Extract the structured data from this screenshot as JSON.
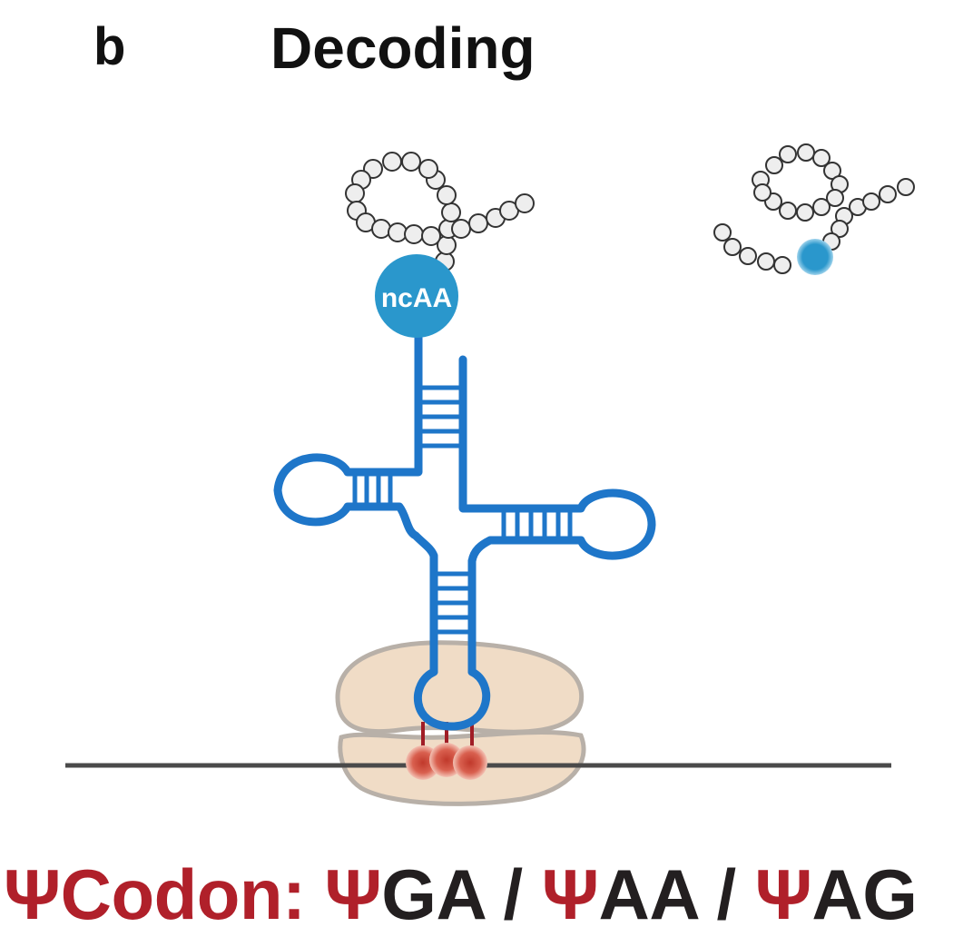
{
  "panel": {
    "letter": "b",
    "title": "Decoding"
  },
  "trna": {
    "amino_acid_label": "ncAA"
  },
  "codon_line": {
    "prefix": "ΨCodon: ",
    "codons": [
      {
        "psi": "Ψ",
        "bases": "GA"
      },
      {
        "psi": "Ψ",
        "bases": "AA"
      },
      {
        "psi": "Ψ",
        "bases": "AG"
      }
    ],
    "separator": " / "
  },
  "colors": {
    "trna_blue": "#1e76c9",
    "amino_acid_blue": "#2a97cc",
    "codon_red": "#b0202a",
    "ribosome_fill": "#f0dcc6",
    "ribosome_outline": "#b8b0a8",
    "mrna_line": "#4a4a4a",
    "bead_fill": "#eeeeee",
    "bead_outline": "#333333"
  }
}
